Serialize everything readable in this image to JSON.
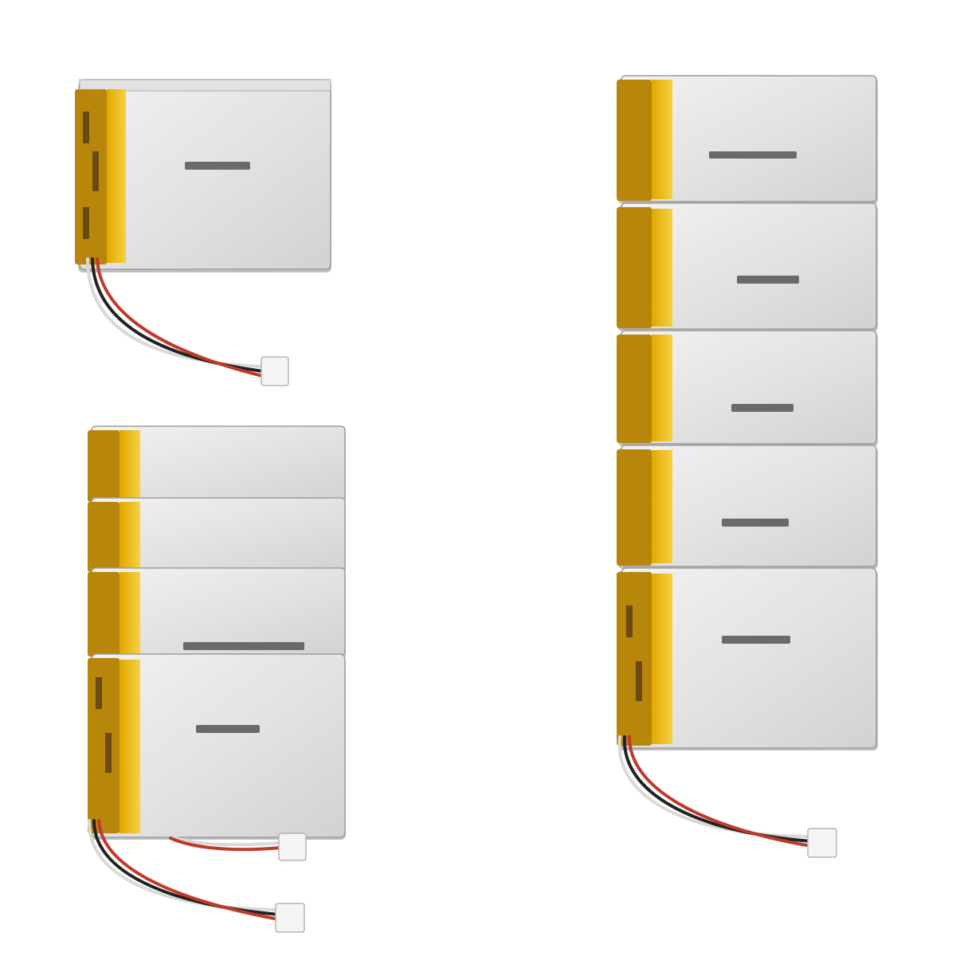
{
  "image": {
    "description_colors": {
      "background": "#ffffff",
      "cell_silver": "#e6e6e6",
      "tape_yellow": "#f1c40f",
      "wire_red": "#c0392b",
      "wire_black": "#222222",
      "wire_white": "#d9d9d9"
    },
    "groups": [
      {
        "name": "single-battery",
        "cells": 1
      },
      {
        "name": "stack-of-four",
        "cells": 4
      },
      {
        "name": "stack-of-five",
        "cells": 5
      }
    ]
  }
}
